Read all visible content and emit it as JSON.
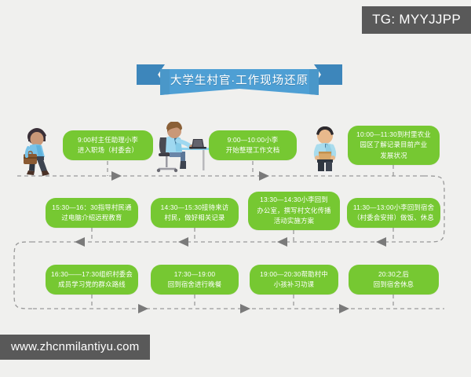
{
  "tag": {
    "label": "TG: MYYJJPP"
  },
  "watermark": {
    "label": "www.zhcnmilantiyu.com"
  },
  "banner": {
    "title": "大学生村官·工作现场还原"
  },
  "colors": {
    "background": "#f0f0ee",
    "card_green": "#76c832",
    "banner_blue": "#4e9fd4",
    "banner_blue_dark": "#3d86bb",
    "tag_gray": "#595959",
    "connector_gray": "#9a9a9a"
  },
  "timeline": {
    "row1": [
      {
        "id": "step-1",
        "text": "9:00村主任助理小李\n进入职场（村委会）"
      },
      {
        "id": "step-2",
        "text": "9:00—10:00小李\n开始整理工作文档"
      },
      {
        "id": "step-3",
        "text": "10:00—11:30到村里农业\n园区了解记录目前产业\n发展状况"
      }
    ],
    "row2": [
      {
        "id": "step-4",
        "text": "11:30—13:00小李回到宿舍\n（村委会安排）做饭、休息"
      },
      {
        "id": "step-5",
        "text": "13:30—14:30小李回到\n办公室，撰写村文化传播\n活动实施方案"
      },
      {
        "id": "step-6",
        "text": "14:30—15:30接待来访\n村民，做好相关记录"
      },
      {
        "id": "step-7",
        "text": "15:30—16：30指导村民通\n过电脑介绍远程教育"
      }
    ],
    "row3": [
      {
        "id": "step-8",
        "text": "16:30——17:30组织村委会\n成员学习党的群众路线"
      },
      {
        "id": "step-9",
        "text": "17:30—19:00\n回到宿舍进行晚餐"
      },
      {
        "id": "step-10",
        "text": "19:00—20:30帮助村中\n小孩补习功课"
      },
      {
        "id": "step-11",
        "text": "20:30之后\n回到宿舍休息"
      }
    ]
  },
  "figures": [
    {
      "id": "figure-walking",
      "name": "walking-person-with-briefcase"
    },
    {
      "id": "figure-seated",
      "name": "seated-person-at-laptop-desk"
    },
    {
      "id": "figure-standing",
      "name": "standing-person-with-clipboard"
    }
  ]
}
